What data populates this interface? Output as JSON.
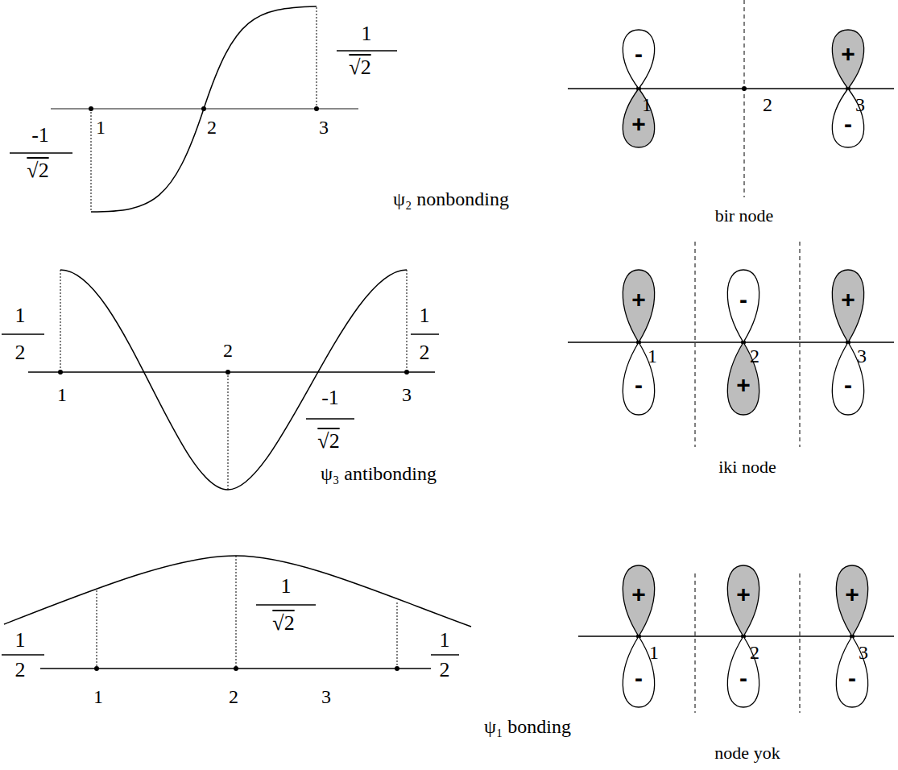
{
  "diagram": {
    "nodes": [
      {
        "text": [
          "-"
        ]
      },
      {
        "text": [
          "+"
        ]
      },
      {
        "text": [
          "+"
        ]
      },
      {
        "text": [
          "-"
        ]
      },
      {
        "text": [
          "+"
        ]
      },
      {
        "text": [
          "-"
        ]
      },
      {
        "text": [
          "-"
        ]
      },
      {
        "text": [
          "+"
        ]
      },
      {
        "text": [
          "+"
        ]
      },
      {
        "text": [
          "-"
        ]
      },
      {
        "text": [
          "+"
        ]
      },
      {
        "text": [
          "-"
        ]
      },
      {
        "text": [
          "+"
        ]
      },
      {
        "text": [
          "-"
        ]
      },
      {
        "text": [
          "+"
        ]
      },
      {
        "text": [
          "-"
        ]
      }
    ],
    "labels": [
      "1",
      "√2",
      "-1",
      "√2",
      "1",
      "2",
      "3",
      "ψ₂ nonbonding",
      "1",
      "2",
      "3",
      "bir node",
      "1",
      "2",
      "2",
      "1",
      "2",
      "1",
      "3",
      "-1",
      "√2",
      "ψ₃ antibonding",
      "1",
      "2",
      "3",
      "iki node",
      "1",
      "2",
      "1",
      "√2",
      "1",
      "2",
      "1",
      "2",
      "3",
      "ψ₁ bonding",
      "1",
      "2",
      "3",
      "node yok"
    ]
  }
}
